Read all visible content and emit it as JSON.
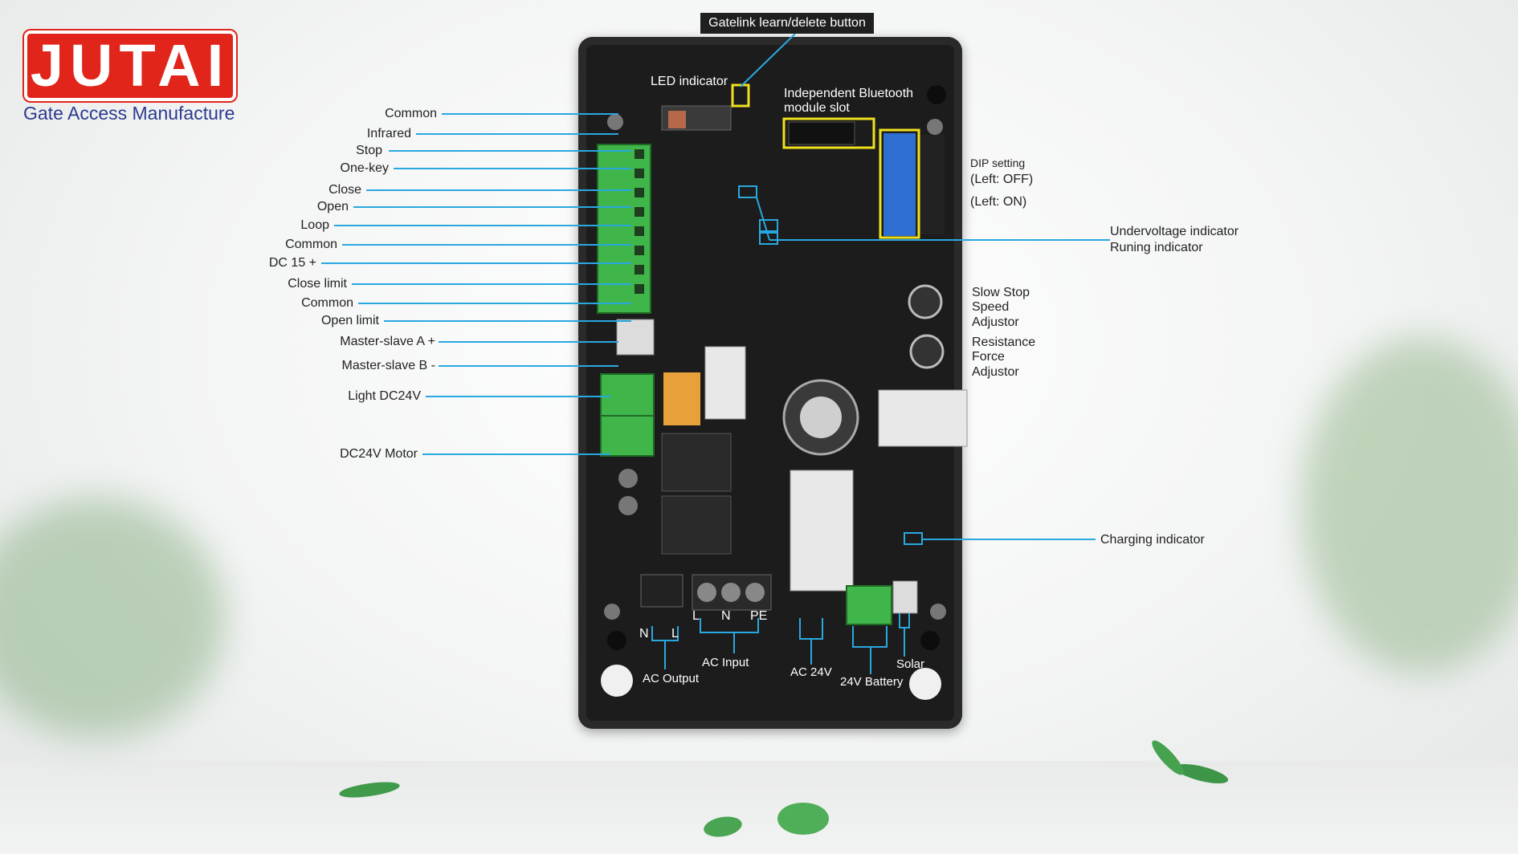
{
  "brand": {
    "logo_text": "JUTAI",
    "tagline": "Gate Access Manufacture",
    "logo_color": "#e1251b",
    "tagline_color": "#2b3b8f"
  },
  "colors": {
    "leader_line": "#29a8e0",
    "highlight_box": "#f0e11e",
    "terminal_green": "#3fb54a",
    "board": "#1c1c1c"
  },
  "top_label": "Gatelink learn/delete button",
  "left_labels": [
    "Common",
    "Infrared",
    "Stop",
    "One-key",
    "Close",
    "Open",
    "Loop",
    "Common",
    "DC 15 +",
    "Close limit",
    "Common",
    "Open limit",
    "Master-slave A +",
    "Master-slave B -",
    "Light DC24V",
    "DC24V Motor"
  ],
  "board_labels": {
    "led_indicator": "LED indicator",
    "bluetooth_slot": "Independent Bluetooth\nmodule slot",
    "dip_setting": "DIP setting",
    "dip_off": "(Left: OFF)",
    "dip_on": "(Left: ON)"
  },
  "right_labels": {
    "undervoltage": "Undervoltage indicator",
    "running": "Runing indicator",
    "slow_stop": "Slow Stop\nSpeed\nAdjustor",
    "resistance": "Resistance\nForce\nAdjustor",
    "charging": "Charging indicator"
  },
  "bottom_labels": {
    "ac_output": "AC Output",
    "ac_input": "AC Input",
    "ac_24v": "AC 24V",
    "battery_24v": "24V Battery",
    "solar": "Solar"
  },
  "terminal_marks": {
    "n_left": "N",
    "l_left": "L",
    "l_input": "L",
    "n_input": "N",
    "pe": "PE"
  }
}
